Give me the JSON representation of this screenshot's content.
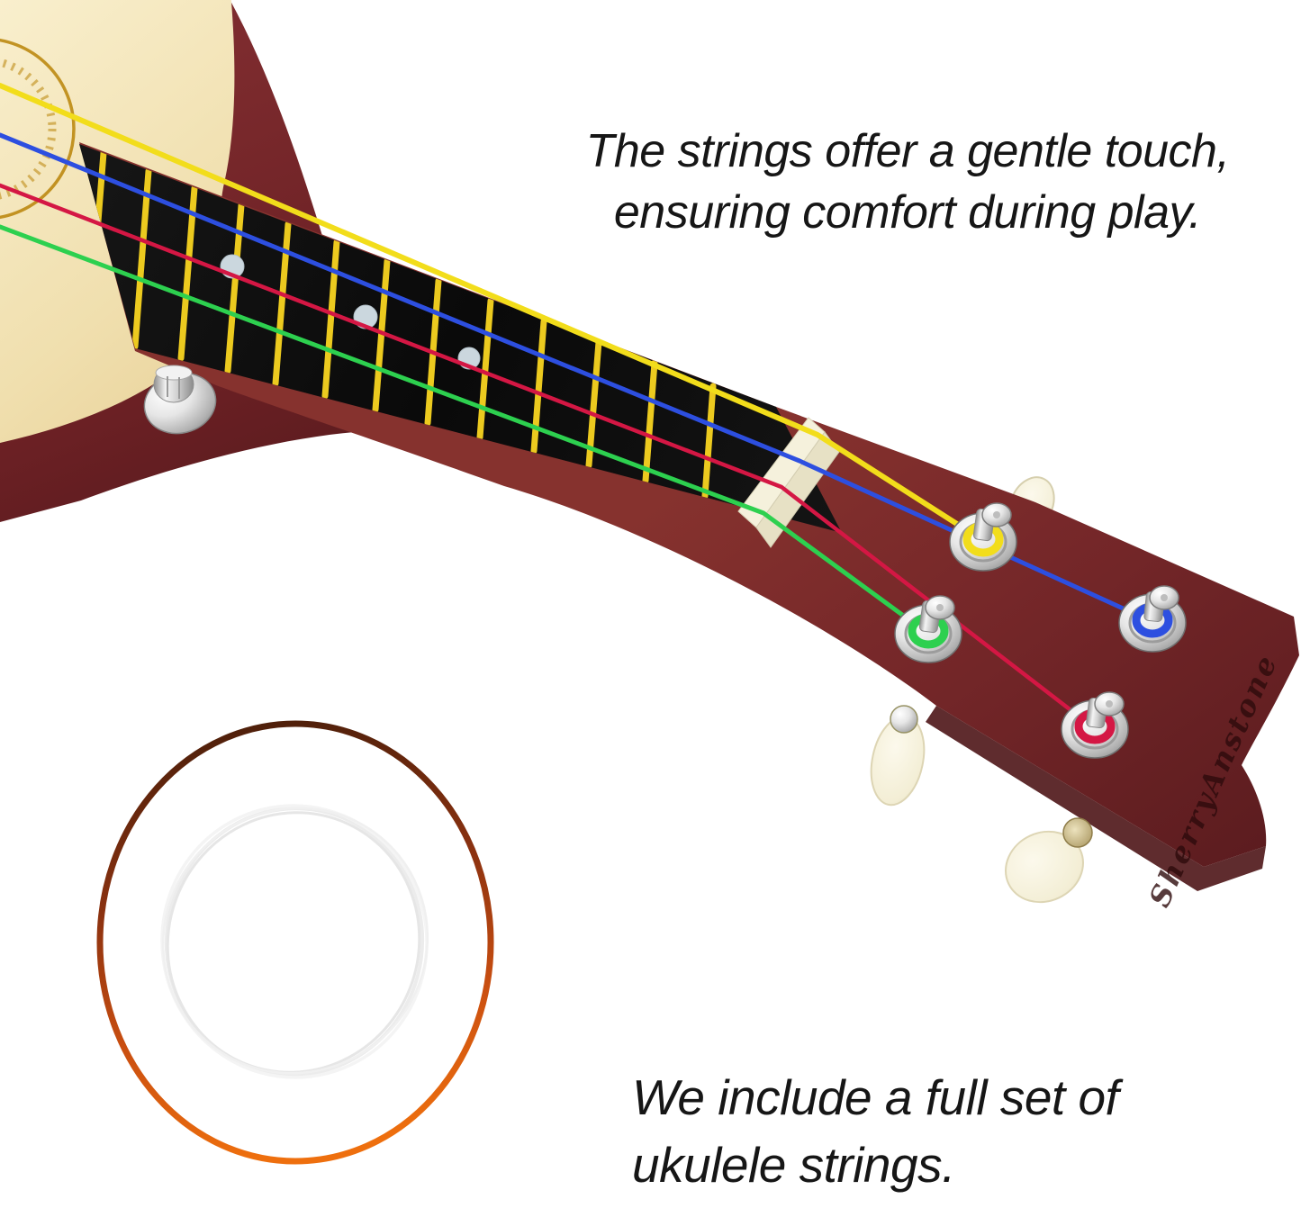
{
  "captions": {
    "top": {
      "line1": "The strings offer a gentle touch,",
      "line2": "ensuring comfort during play."
    },
    "bottom": {
      "line1": "We include a full set of",
      "line2": "ukulele strings."
    }
  },
  "ukulele": {
    "headstock_engraving": "SherryAnstone",
    "tuning_peg_count": 4,
    "fret_marker_dot_count": 3,
    "strings": [
      {
        "color_name": "yellow",
        "hex": "#f2dd1b"
      },
      {
        "color_name": "blue",
        "hex": "#2d4fe0"
      },
      {
        "color_name": "red",
        "hex": "#d41744"
      },
      {
        "color_name": "green",
        "hex": "#2dd04f"
      }
    ],
    "colors": {
      "soundboard": "#f2e3b4",
      "body_side": "#6b2024",
      "fretboard": "#101010",
      "fret_wire": "#ecca1f",
      "nut": "#f5f1dc",
      "fret_dot": "#cbd7de",
      "tuner_chrome": "#c9c9c9",
      "tuner_knob": "#f7f3dd",
      "stamp_gold": "#bd8a12"
    }
  },
  "string_coil": {
    "outer_string_color_dark": "#4a1e0a",
    "outer_string_color_bright": "#ee6f0e",
    "inner_string_color": "#efefef"
  }
}
